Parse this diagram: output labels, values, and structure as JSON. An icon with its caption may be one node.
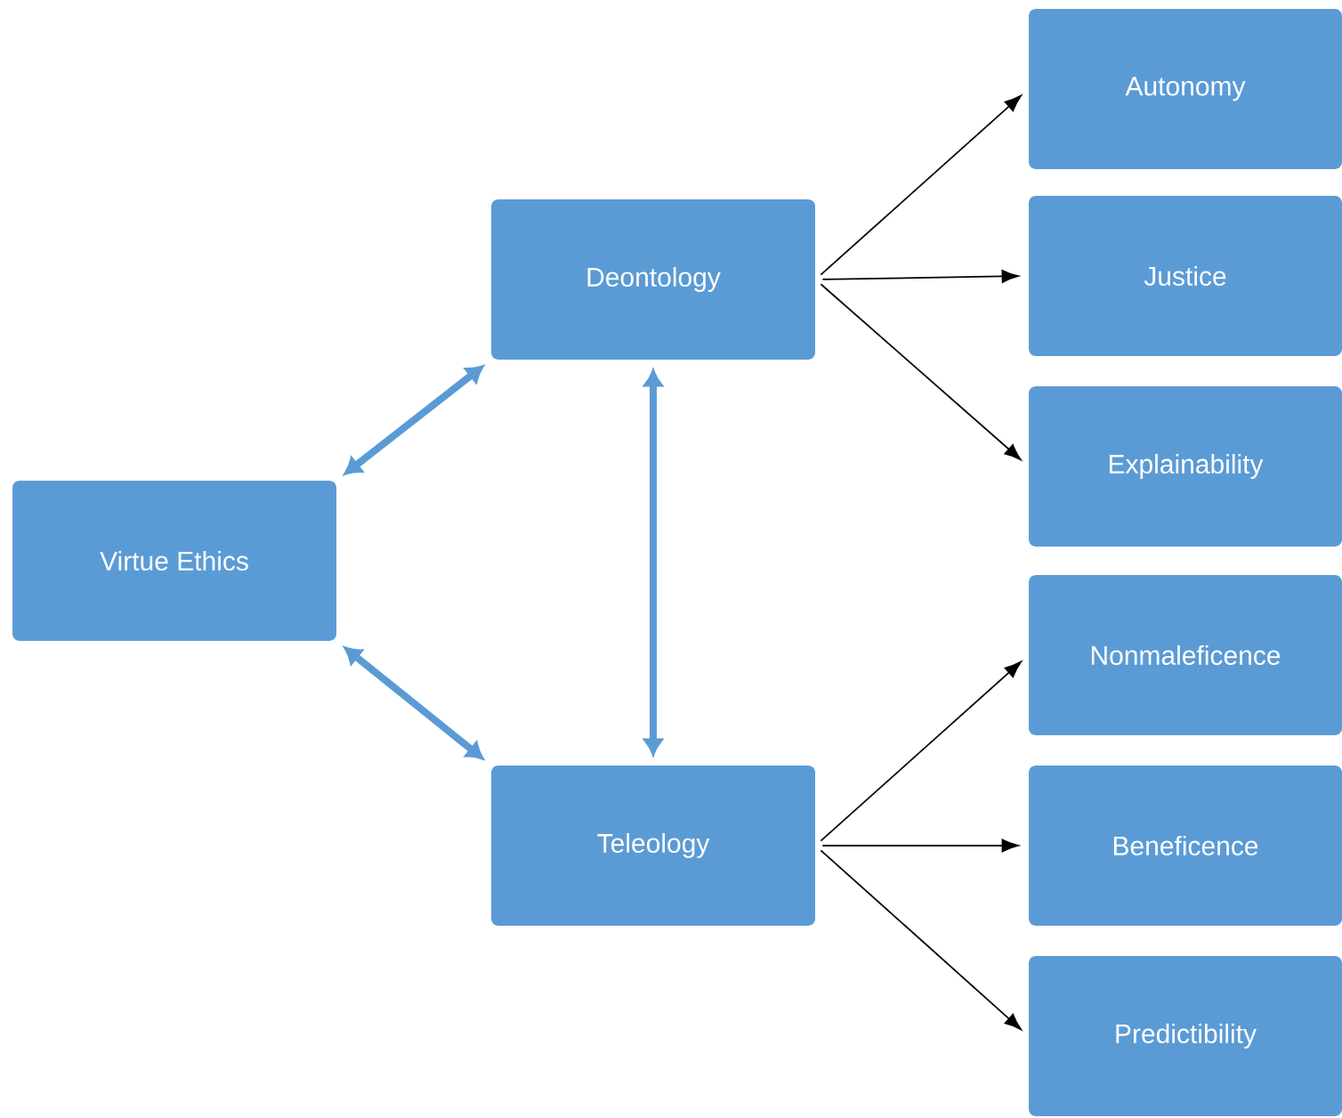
{
  "diagram": {
    "nodes": [
      {
        "text": [
          "Virtue Ethics"
        ]
      },
      {
        "text": [
          "Deontology"
        ]
      },
      {
        "text": [
          "Teleology"
        ]
      },
      {
        "text": [
          "Autonomy"
        ]
      },
      {
        "text": [
          "Justice"
        ]
      },
      {
        "text": [
          "Explainability"
        ]
      },
      {
        "text": [
          "Nonmaleficence"
        ]
      },
      {
        "text": [
          "Beneficence"
        ]
      },
      {
        "text": [
          "Predictibility"
        ]
      }
    ],
    "edges": [
      {
        "from": 0,
        "to": 1,
        "arrow": "both",
        "style": "thick",
        "color": "#5b9bd5"
      },
      {
        "from": 0,
        "to": 2,
        "arrow": "both",
        "style": "thick",
        "color": "#5b9bd5"
      },
      {
        "from": 1,
        "to": 2,
        "arrow": "both",
        "style": "thick",
        "color": "#5b9bd5"
      },
      {
        "from": 1,
        "to": 3,
        "arrow": "to"
      },
      {
        "from": 1,
        "to": 4,
        "arrow": "to"
      },
      {
        "from": 1,
        "to": 5,
        "arrow": "to"
      },
      {
        "from": 2,
        "to": 6,
        "arrow": "to"
      },
      {
        "from": 2,
        "to": 7,
        "arrow": "to"
      },
      {
        "from": 2,
        "to": 8,
        "arrow": "to"
      }
    ]
  }
}
